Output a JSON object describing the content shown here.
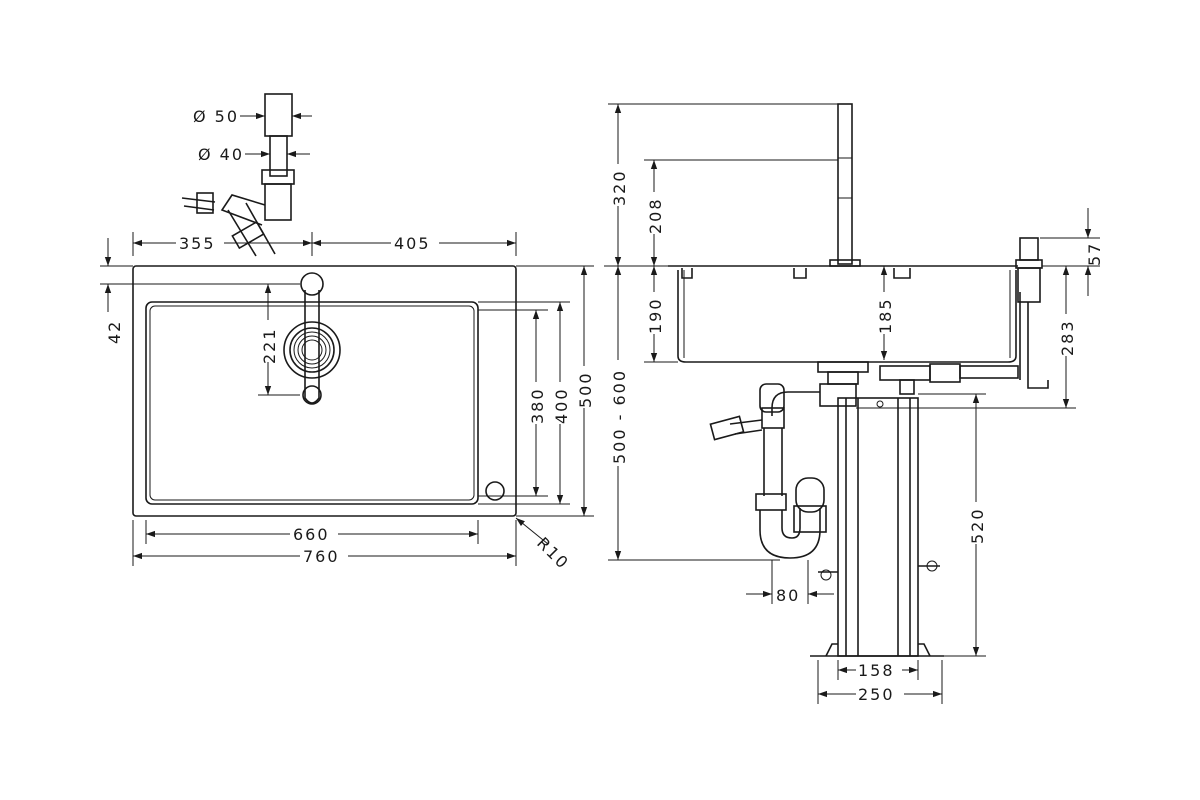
{
  "top_view": {
    "waste_pipe_diameter_large": "Ø 50",
    "waste_pipe_diameter_small": "Ø 40",
    "tap_offset_left": "355",
    "tap_offset_right": "405",
    "tap_offset_from_edge": "42",
    "tap_to_bowl": "221",
    "bowl_depth_inner": "380",
    "bowl_depth": "400",
    "sink_depth": "500",
    "bowl_width": "660",
    "sink_width": "760",
    "corner_radius": "R10"
  },
  "side_view": {
    "tap_height_total": "320",
    "tap_height_spout": "208",
    "bowl_height": "190",
    "bowl_inner_height": "185",
    "cabinet_depth_range": "500 - 600",
    "dispenser_top": "57",
    "dispenser_depth": "283",
    "trap_height": "520",
    "trap_offset": "80",
    "stand_inner_width": "158",
    "stand_width": "250"
  }
}
